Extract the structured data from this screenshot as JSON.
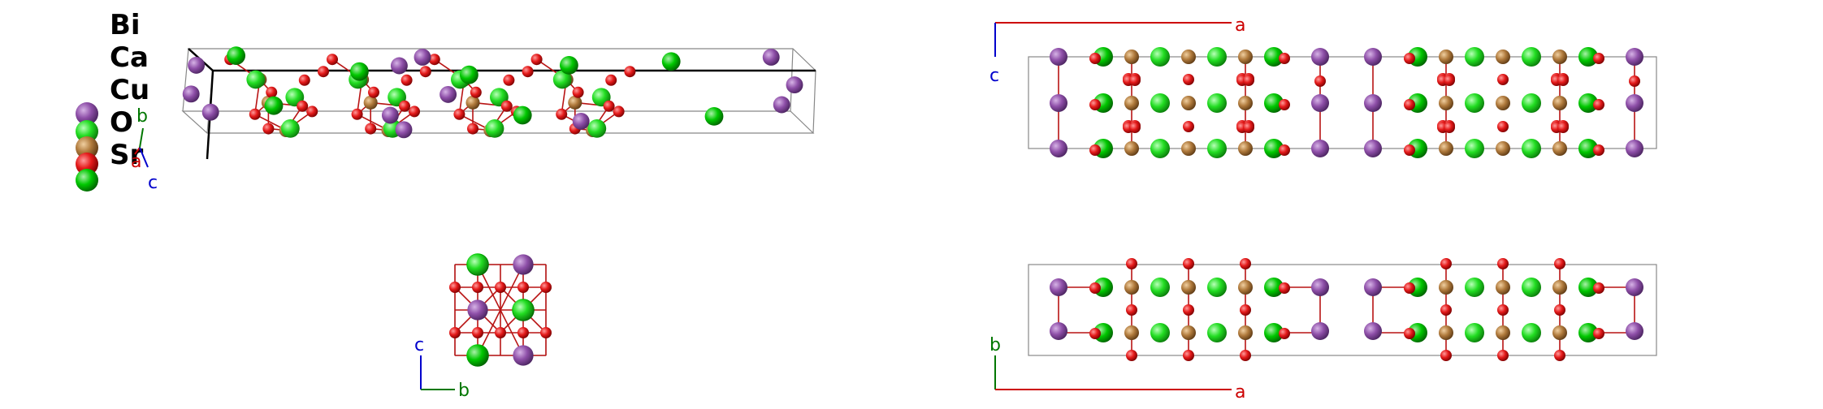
{
  "legend": {
    "elements": [
      {
        "symbol": "Bi",
        "color": "#8e4fa8"
      },
      {
        "symbol": "Ca",
        "color": "#22dd22"
      },
      {
        "symbol": "Cu",
        "color": "#b07a3c"
      },
      {
        "symbol": "O",
        "color": "#e41a1a"
      },
      {
        "symbol": "Sr",
        "color": "#00c800"
      }
    ]
  },
  "axes": {
    "a": {
      "label": "a",
      "color": "#cc0000"
    },
    "b": {
      "label": "b",
      "color": "#007700"
    },
    "c": {
      "label": "c",
      "color": "#0000cc"
    }
  },
  "views": {
    "perspective": {
      "axis_labels": [
        "b",
        "a",
        "c"
      ]
    },
    "along_a": {
      "axis_labels": [
        "c",
        "b"
      ]
    },
    "along_b": {
      "axis_labels": [
        "a",
        "c"
      ]
    },
    "along_c": {
      "axis_labels": [
        "b",
        "a"
      ]
    }
  }
}
